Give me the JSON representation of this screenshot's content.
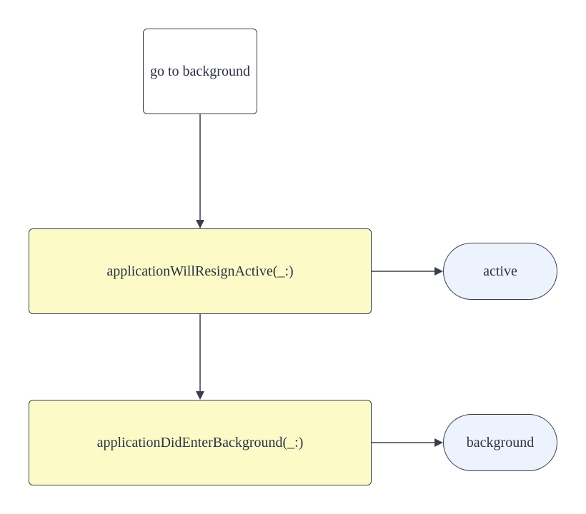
{
  "nodes": {
    "start": {
      "label": "go to background"
    },
    "will_resign_active": {
      "label": "applicationWillResignActive(_:)"
    },
    "did_enter_background": {
      "label": "applicationDidEnterBackground(_:)"
    },
    "state_active": {
      "label": "active"
    },
    "state_background": {
      "label": "background"
    }
  },
  "edges": [
    {
      "from": "start",
      "to": "will_resign_active"
    },
    {
      "from": "will_resign_active",
      "to": "did_enter_background"
    },
    {
      "from": "will_resign_active",
      "to": "state_active"
    },
    {
      "from": "did_enter_background",
      "to": "state_background"
    }
  ],
  "colors": {
    "method_fill": "#fcfbc8",
    "state_fill": "#edf3fd",
    "stroke": "#3a3f4b",
    "text": "#2b3140"
  }
}
